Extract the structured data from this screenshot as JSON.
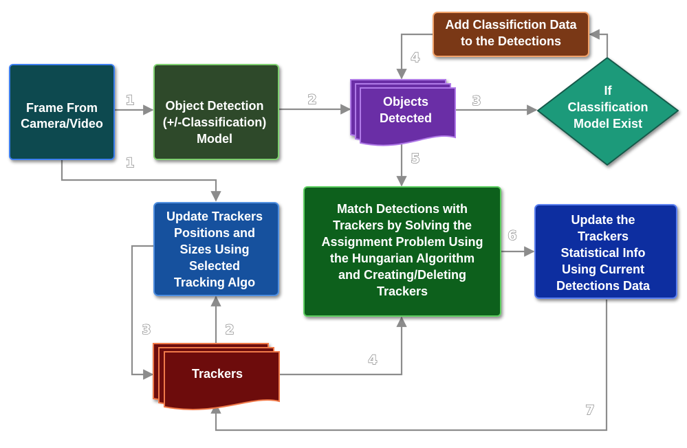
{
  "nodes": {
    "frame": {
      "lines": [
        "Frame From",
        "Camera/Video"
      ],
      "fill": "#0f4a4f",
      "stroke": "#3d7ff0"
    },
    "detection": {
      "lines": [
        "Object Detection",
        "(+/-Classification)",
        "Model"
      ],
      "fill": "#2f4a2a",
      "stroke": "#7fd16f"
    },
    "objects": {
      "lines": [
        "Objects",
        "Detected"
      ],
      "fill": "#6a2ea6",
      "stroke": "#b07ae8"
    },
    "classif_data": {
      "lines": [
        "Add Classifiction Data",
        "to the Detections"
      ],
      "fill": "#7a3812",
      "stroke": "#f2a36b"
    },
    "if_class": {
      "lines": [
        "If",
        "Classification",
        "Model Exist"
      ],
      "fill": "#1f9a7a",
      "stroke": "#16594a"
    },
    "update_trackers": {
      "lines": [
        "Update Trackers",
        "Positions and",
        "Sizes Using",
        "Selected",
        "Tracking Algo"
      ],
      "fill": "#14519e",
      "stroke": "#4f8fe0"
    },
    "match": {
      "lines": [
        "Match Detections with",
        "Trackers by Solving the",
        "Assignment Problem Using",
        "the Hungarian Algorithm",
        "and Creating/Deleting",
        "Trackers"
      ],
      "fill": "#11601c",
      "stroke": "#5fcf62"
    },
    "stats": {
      "lines": [
        "Update the",
        "Trackers",
        "Statistical Info",
        "Using Current",
        "Detections Data"
      ],
      "fill": "#0d2fa0",
      "stroke": "#5a7ff0"
    },
    "trackers": {
      "lines": [
        "Trackers"
      ],
      "fill": "#6d0c0c",
      "stroke": "#f07a4a"
    }
  },
  "steps": {
    "frame_to_detection": "1",
    "frame_to_update": "1",
    "detection_to_objects": "2",
    "objects_to_if": "3",
    "classif_to_objects": "4",
    "objects_to_match": "5",
    "match_to_stats": "6",
    "stats_to_trackers": "7",
    "trackers_to_update": "2",
    "update_to_trackers": "3",
    "trackers_to_match": "4"
  },
  "colors": {
    "connector": "#8c8c8c"
  }
}
